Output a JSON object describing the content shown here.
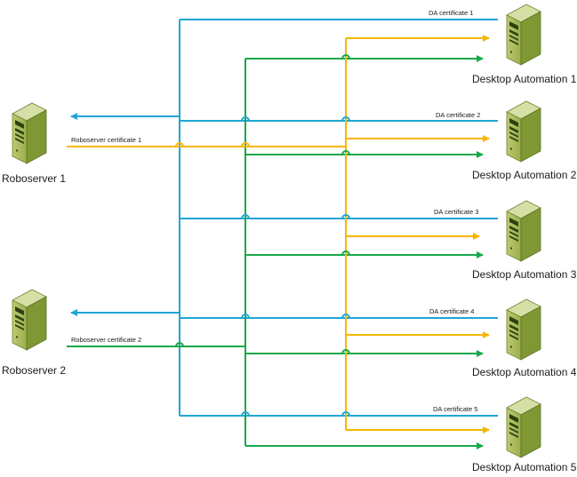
{
  "colors": {
    "blue": "#1fa6d6",
    "orange": "#f7b500",
    "green": "#18a84a",
    "server_light": "#d3dc9e",
    "server_front": "#a8bb58",
    "server_side": "#7e9532",
    "server_dark": "#4f6b1f"
  },
  "roboservers": [
    {
      "label": "Roboserver 1",
      "certificate": "Roboserver certificate 1"
    },
    {
      "label": "Roboserver 2",
      "certificate": "Roboserver certificate 2"
    }
  ],
  "desktops": [
    {
      "label": "Desktop Automation 1",
      "certificate": "DA certificate 1"
    },
    {
      "label": "Desktop Automation 2",
      "certificate": "DA certificate 2"
    },
    {
      "label": "Desktop Automation 3",
      "certificate": "DA certificate 3"
    },
    {
      "label": "Desktop Automation 4",
      "certificate": "DA certificate 4"
    },
    {
      "label": "Desktop Automation 5",
      "certificate": "DA certificate 5"
    }
  ]
}
